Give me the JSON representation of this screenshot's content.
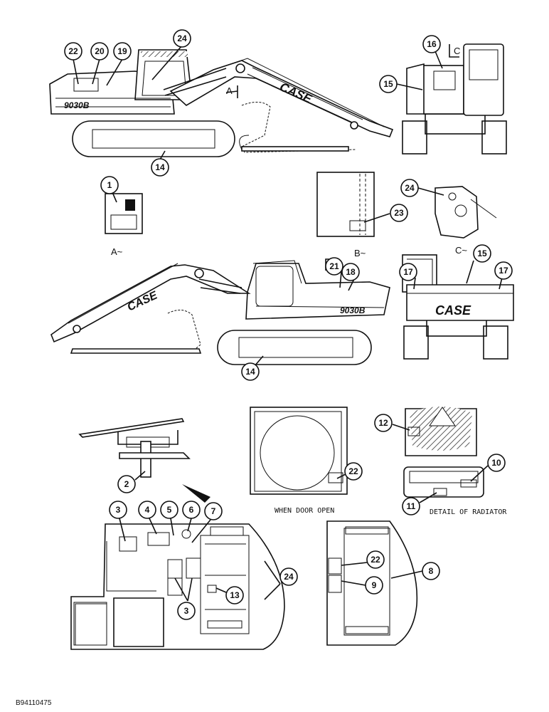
{
  "callouts": {
    "c22a": "22",
    "c20": "20",
    "c19": "19",
    "c24a": "24",
    "c14a": "14",
    "c16": "16",
    "c15a": "15",
    "c1": "1",
    "c23": "23",
    "c24b": "24",
    "c21": "21",
    "c18": "18",
    "c15b": "15",
    "c17a": "17",
    "c17b": "17",
    "c14b": "14",
    "c12": "12",
    "c2": "2",
    "c22b": "22",
    "c10": "10",
    "c11": "11",
    "c3a": "3",
    "c4": "4",
    "c5": "5",
    "c6": "6",
    "c7": "7",
    "c3b": "3",
    "c13": "13",
    "c24c": "24",
    "c22c": "22",
    "c9": "9",
    "c8": "8"
  },
  "view_labels": {
    "a_arrow": "A",
    "c_arrow": "C",
    "b_arrow": "B",
    "a_view": "A~",
    "b_view": "B~",
    "c_view": "C~"
  },
  "markings": {
    "brand": "CASE",
    "model": "9030B"
  },
  "notes": {
    "when_door_open": "WHEN DOOR OPEN",
    "detail_of_radiator": "DETAIL OF RADIATOR"
  },
  "figure_id": "B94110475"
}
